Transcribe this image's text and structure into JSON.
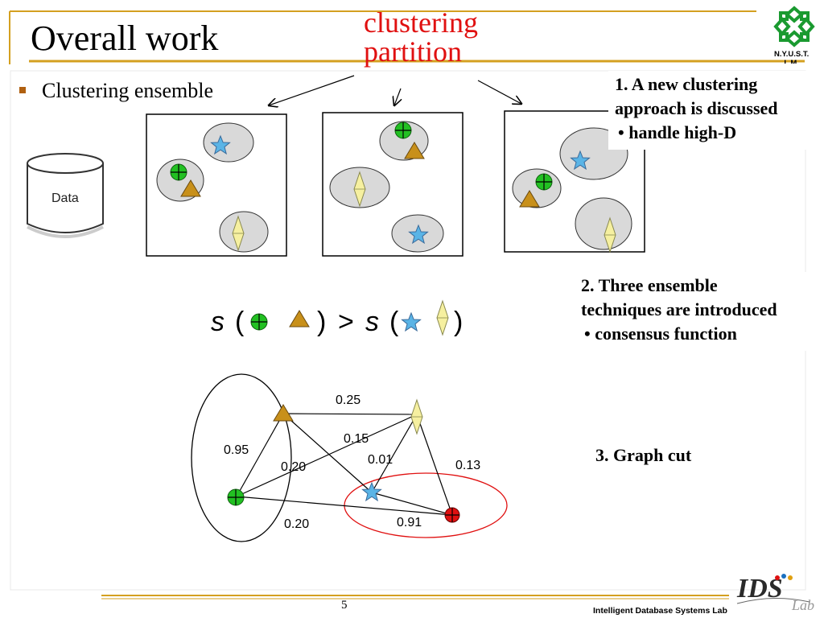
{
  "slide": {
    "title": "Overall work",
    "clustering_label_line1": "clustering",
    "clustering_label_line2": "partition",
    "bullet": "Clustering ensemble",
    "data_label": "Data",
    "note1": {
      "line1": "1. A new clustering",
      "line2": "approach is discussed",
      "line3": "•  handle high-D"
    },
    "note2": {
      "line1": "2. Three ensemble",
      "line2": "techniques are introduced",
      "line3": "•    consensus function"
    },
    "note3": "3. Graph cut",
    "similarity": {
      "s": "s",
      "open": "(",
      "close": ")",
      "gt": ">"
    },
    "edge_weights": [
      "0.25",
      "0.15",
      "0.01",
      "0.13",
      "0.95",
      "0.20",
      "0.20",
      "0.91"
    ],
    "page_number": "5",
    "lab_name": "Intelligent Database Systems Lab",
    "university_logo_text": "N.Y.U.S.T.",
    "university_logo_text2": "I. M."
  },
  "colors": {
    "title_rule": "#d4a020",
    "accent_red": "#e01010",
    "cluster_fill": "#d9d9d9",
    "star": "#5ab4e6",
    "triangle": "#c8901a",
    "diamond": "#f6f0a0",
    "circle_green": "#22c022",
    "circle_red": "#e01010"
  },
  "icons": [
    "star-icon",
    "triangle-icon",
    "diamond-icon",
    "circle-cross-icon",
    "database-icon"
  ]
}
